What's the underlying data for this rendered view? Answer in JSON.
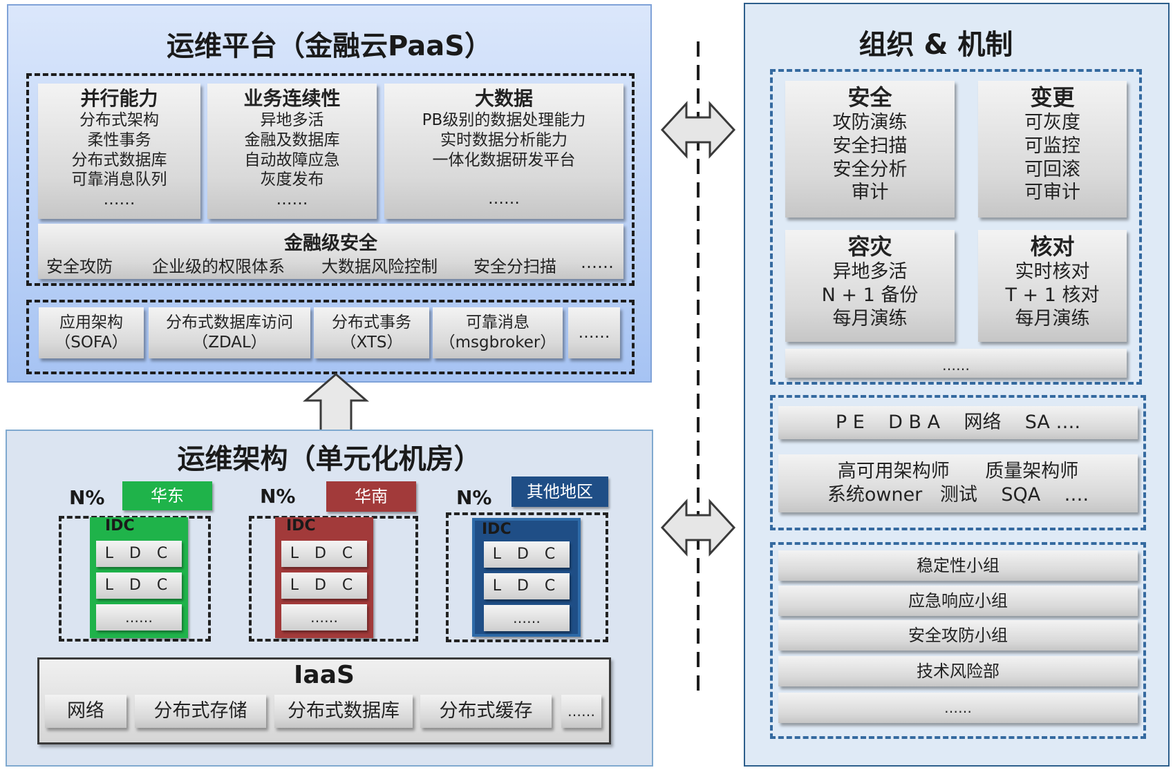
{
  "ops_platform": {
    "title": "运维平台（金融云PaaS）",
    "capabilities": [
      {
        "heading": "并行能力",
        "lines": [
          "分布式架构",
          "柔性事务",
          "分布式数据库",
          "可靠消息队列",
          "……"
        ]
      },
      {
        "heading": "业务连续性",
        "lines": [
          "异地多活",
          "金融及数据库",
          "自动故障应急",
          "灰度发布",
          "……"
        ]
      },
      {
        "heading": "大数据",
        "lines": [
          "PB级别的数据处理能力",
          "实时数据分析能力",
          "一体化数据研发平台",
          "……"
        ]
      }
    ],
    "security": {
      "heading": "金融级安全",
      "items": [
        "安全攻防",
        "企业级的权限体系",
        "大数据风险控制",
        "安全分扫描",
        "……"
      ]
    },
    "middleware": [
      {
        "line1": "应用架构",
        "line2": "（SOFA）"
      },
      {
        "line1": "分布式数据库访问",
        "line2": "（ZDAL）"
      },
      {
        "line1": "分布式事务",
        "line2": "（XTS）"
      },
      {
        "line1": "可靠消息",
        "line2": "（msgbroker）"
      },
      {
        "line1": "……",
        "line2": ""
      }
    ]
  },
  "ops_architecture": {
    "title": "运维架构（单元化机房）",
    "regions": [
      {
        "percent": "N%",
        "name": "华东",
        "color": "#1fb34a",
        "idc": "IDC",
        "ldcs": [
          "L D C",
          "L D C",
          "……"
        ]
      },
      {
        "percent": "N%",
        "name": "华南",
        "color": "#a23a3a",
        "idc": "IDC",
        "ldcs": [
          "L D C",
          "L D C",
          "……"
        ]
      },
      {
        "percent": "N%",
        "name": "其他地区",
        "color": "#1f4e86",
        "idc": "IDC",
        "ldcs": [
          "L D C",
          "L D C",
          "……"
        ]
      }
    ],
    "iaas": {
      "title": "IaaS",
      "items": [
        "网络",
        "分布式存储",
        "分布式数据库",
        "分布式缓存",
        "……"
      ]
    }
  },
  "org": {
    "title": "组织 & 机制",
    "mechanisms": [
      {
        "heading": "安全",
        "lines": [
          "攻防演练",
          "安全扫描",
          "安全分析",
          "审计"
        ]
      },
      {
        "heading": "变更",
        "lines": [
          "可灰度",
          "可监控",
          "可回滚",
          "可审计"
        ]
      },
      {
        "heading": "容灾",
        "lines": [
          "异地多活",
          "N + 1 备份",
          "每月演练"
        ]
      },
      {
        "heading": "核对",
        "lines": [
          "实时核对",
          "T + 1 核对",
          "每月演练"
        ]
      }
    ],
    "mechanisms_more": "……",
    "roles_line": "P E    D B A    网络    SA ….",
    "roles_line2a": "高可用架构师      质量架构师",
    "roles_line2b": "系统owner   测试    SQA    ….",
    "groups": [
      "稳定性小组",
      "应急响应小组",
      "安全攻防小组",
      "技术风险部",
      "……"
    ]
  }
}
